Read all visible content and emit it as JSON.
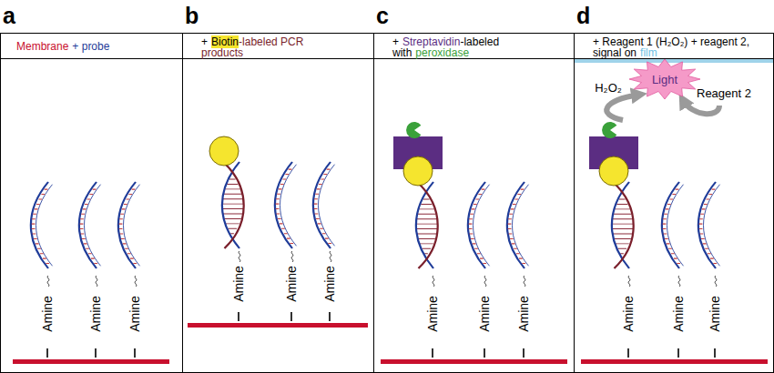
{
  "diagram": {
    "nodes": [
      {
        "text": [
          "a"
        ]
      },
      {
        "text": [
          "Membrane",
          "+ probe"
        ],
        "in": 0
      },
      {
        "text": [
          "b"
        ]
      },
      {
        "text": [
          "+",
          "Biotin",
          "-labeled PCR products"
        ],
        "in": 2
      },
      {
        "text": [
          "c"
        ]
      },
      {
        "text": [
          "+",
          "Streptavidin",
          "-labeled with",
          "peroxidase"
        ],
        "in": 4
      },
      {
        "text": [
          "d"
        ]
      },
      {
        "text": [
          "+ Reagent 1 (H₂O₂) + reagent 2, signal on",
          "film"
        ],
        "in": 6
      },
      {
        "text": [
          "Light"
        ],
        "in": 6
      }
    ],
    "labels": [
      "Amine",
      "Amine",
      "Amine",
      "Amine",
      "Amine",
      "Amine",
      "Amine",
      "Amine",
      "Amine",
      "H₂O₂",
      "Reagent 2",
      "Amine",
      "Amine",
      "Amine"
    ]
  }
}
